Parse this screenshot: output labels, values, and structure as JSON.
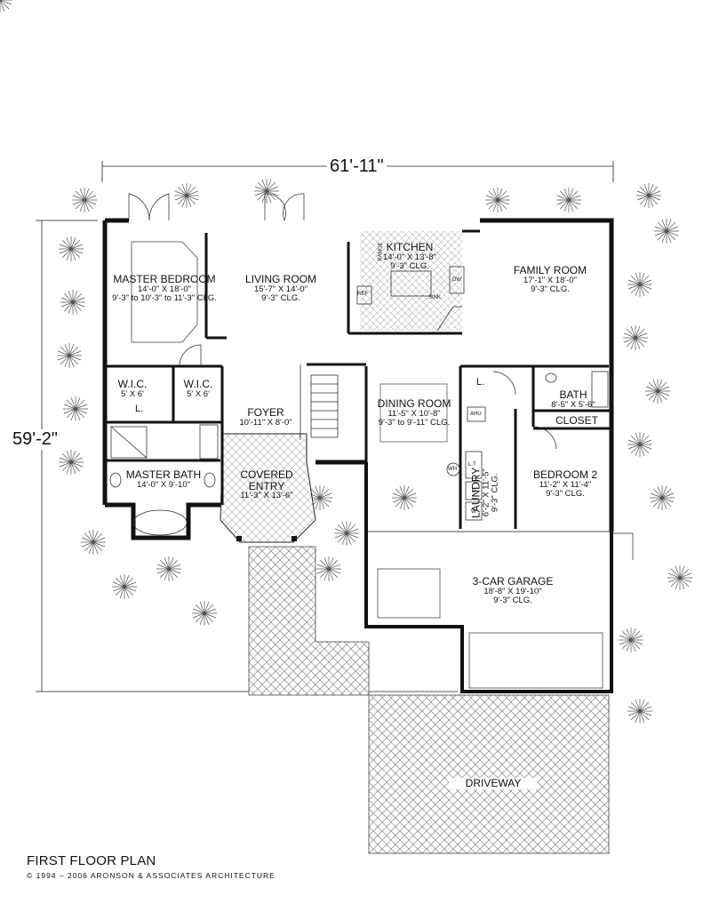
{
  "plan": {
    "title": "FIRST FLOOR PLAN",
    "copyright": "© 1994 – 2006 ARONSON & ASSOCIATES ARCHITECTURE"
  },
  "dimensions": {
    "width": "61'-11\"",
    "depth": "59'-2\""
  },
  "rooms": {
    "master_bedroom": {
      "name": "MASTER BEDROOM",
      "size": "14'-0\" X 18'-0\"",
      "ceiling": "9'-3\" to 10'-3\" to 11'-3\" CLG."
    },
    "living_room": {
      "name": "LIVING ROOM",
      "size": "15'-7\" X 14'-0\"",
      "ceiling": "9'-3\" CLG."
    },
    "kitchen": {
      "name": "KITCHEN",
      "size": "14'-0\" X 13'-8\"",
      "ceiling": "9'-3\" CLG."
    },
    "family_room": {
      "name": "FAMILY ROOM",
      "size": "17'-1\" X 18'-0\"",
      "ceiling": "9'-3\" CLG."
    },
    "wic_1": {
      "name": "W.I.C.",
      "size": "5' X 6'"
    },
    "wic_2": {
      "name": "W.I.C.",
      "size": "5' X 6'"
    },
    "foyer": {
      "name": "FOYER",
      "size": "10'-11\" X 8'-0\""
    },
    "dining_room": {
      "name": "DINING ROOM",
      "size": "11'-5\" X 10'-8\"",
      "ceiling": "9'-3\" to 9'-11\" CLG."
    },
    "bath": {
      "name": "BATH",
      "size": "8'-5\" X 5'-6\""
    },
    "closet": {
      "name": "CLOSET"
    },
    "master_bath": {
      "name": "MASTER BATH",
      "size": "14'-0\" X 9'-10\""
    },
    "covered_entry": {
      "name": "COVERED ENTRY",
      "size": "11'-3\" X 13'-6\""
    },
    "laundry": {
      "name": "LAUNDRY",
      "size": "6'-2\" X 11'-5\"",
      "ceiling": "9'-3\" CLG."
    },
    "bedroom_2": {
      "name": "BEDROOM 2",
      "size": "11'-2\" X 11'-4\"",
      "ceiling": "9'-3\" CLG."
    },
    "garage": {
      "name": "3-CAR GARAGE",
      "size": "18'-8\" X 19'-10\"",
      "ceiling": "9'-3\" CLG."
    },
    "driveway": {
      "name": "DRIVEWAY"
    }
  },
  "fixtures": {
    "linen_1": "L.",
    "linen_2": "L.",
    "ref": "REF",
    "range": "RANGE",
    "dw": "DW",
    "sink": "SINK",
    "ahu": "AHU",
    "wh": "WH",
    "lt": "L.T",
    "dryer": "D",
    "washer": "W"
  }
}
